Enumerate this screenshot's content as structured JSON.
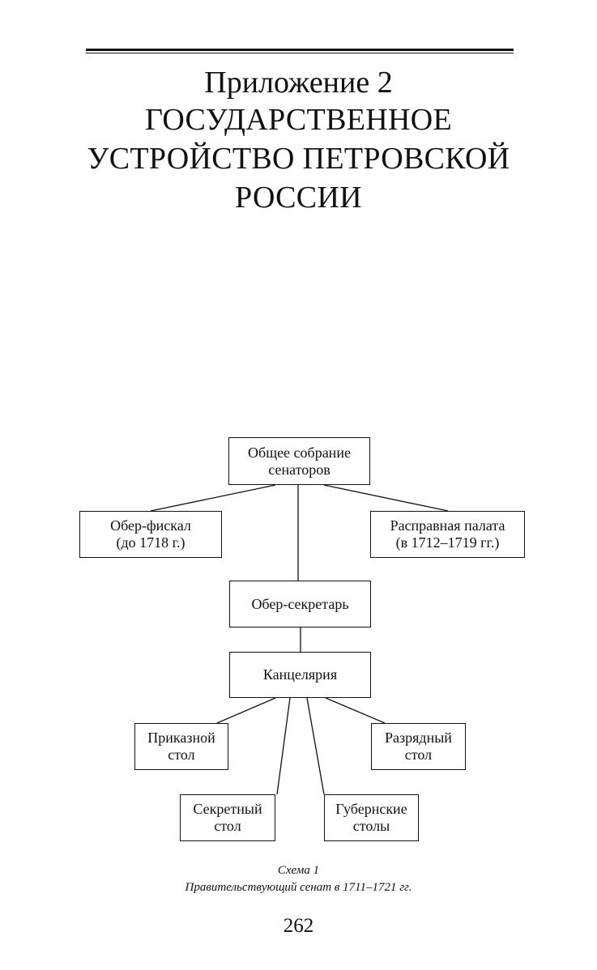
{
  "heading": {
    "subtitle": "Приложение 2",
    "title_lines": [
      "ГОСУДАРСТВЕННОЕ",
      "УСТРОЙСТВО ПЕТРОВСКОЙ",
      "РОССИИ"
    ]
  },
  "diagram": {
    "nodes": {
      "assembly": "Общее собрание\nсенаторов",
      "ober_fiscal": "Обер-фискал\n(до 1718 г.)",
      "rasprava": "Расправная палата\n(в 1712–1719 гг.)",
      "ober_secretary": "Обер-секретарь",
      "chancellery": "Канцелярия",
      "prikaz_desk": "Приказной\nстол",
      "razryad_desk": "Разрядный\nстол",
      "secret_desk": "Секретный\nстол",
      "gubernia_desks": "Губернские\nстолы"
    },
    "edges": [
      [
        "assembly",
        "ober_fiscal"
      ],
      [
        "assembly",
        "rasprava"
      ],
      [
        "assembly",
        "ober_secretary"
      ],
      [
        "ober_secretary",
        "chancellery"
      ],
      [
        "chancellery",
        "prikaz_desk"
      ],
      [
        "chancellery",
        "razryad_desk"
      ],
      [
        "chancellery",
        "secret_desk"
      ],
      [
        "chancellery",
        "gubernia_desks"
      ]
    ]
  },
  "caption": {
    "label": "Схема 1",
    "text": "Правительствующий сенат в 1711–1721 гг."
  },
  "page_number": "262"
}
